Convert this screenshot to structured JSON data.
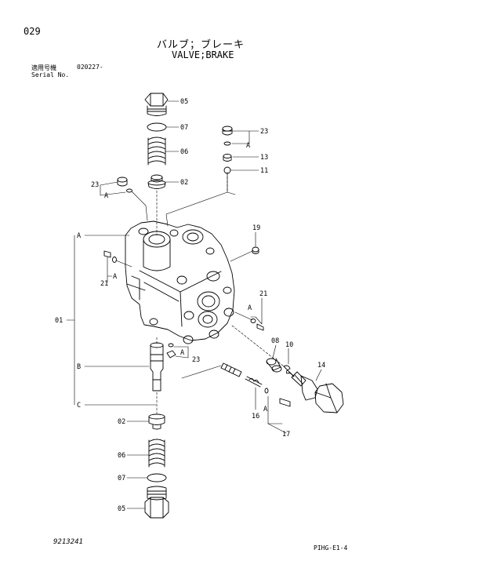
{
  "page_number": "029",
  "title_jp": "バルブ；ブレーキ",
  "title_en": "VALVE;BRAKE",
  "serial": {
    "label_jp": "適用号機",
    "label_en": "Serial No.",
    "value": "020227-"
  },
  "footer": {
    "left": "9213241",
    "right": "PIHG-E1-4"
  },
  "callouts": {
    "p05_top": "05",
    "p07_top": "07",
    "p06_top": "06",
    "p02_top": "02",
    "p23_right": "23",
    "pA_right": "A",
    "p13": "13",
    "p11": "11",
    "p23_left": "23",
    "pA_left": "A",
    "p19": "19",
    "p21_left": "21",
    "pA_21": "A",
    "p21_right": "21",
    "pA_21r": "A",
    "grpA": "A",
    "grpB": "B",
    "grpC": "C",
    "p01": "01",
    "p23_mid": "23",
    "pA_mid": "A",
    "p08": "08",
    "p10": "10",
    "p14": "14",
    "p16": "16",
    "pA_17": "A",
    "p17": "17",
    "p02_bot": "02",
    "p06_bot": "06",
    "p07_bot": "07",
    "p05_bot": "05"
  }
}
